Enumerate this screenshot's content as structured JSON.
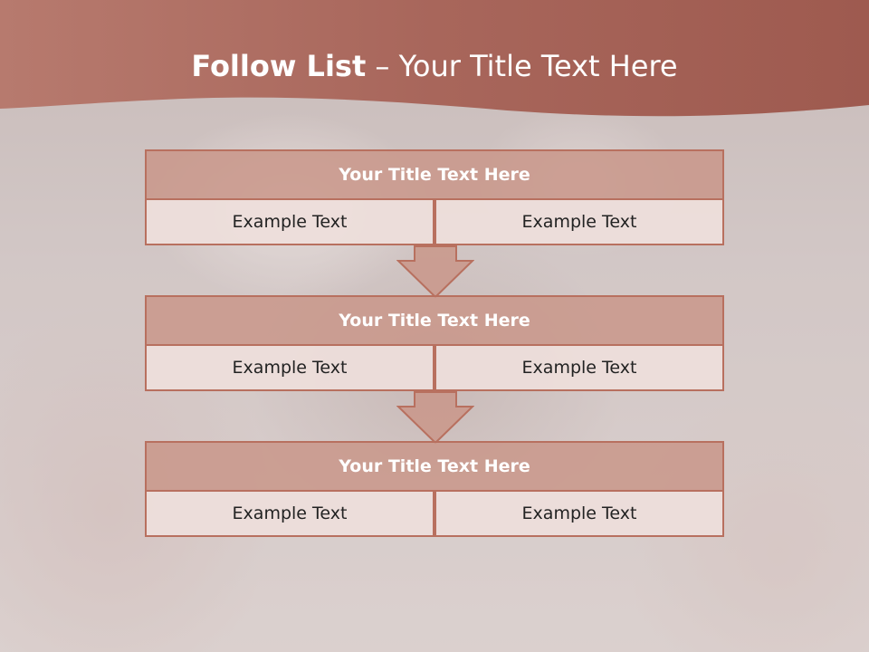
{
  "slide": {
    "title_strong": "Follow List",
    "title_rest": " – Your Title Text Here"
  },
  "blocks": [
    {
      "title": "Your Title Text Here",
      "left": "Example Text",
      "right": "Example Text"
    },
    {
      "title": "Your Title Text Here",
      "left": "Example Text",
      "right": "Example Text"
    },
    {
      "title": "Your Title Text Here",
      "left": "Example Text",
      "right": "Example Text"
    }
  ],
  "colors": {
    "header": "#a9645a",
    "title_fill": "#c9968a",
    "cell_fill": "#eedeDb",
    "border": "#b8705f"
  }
}
